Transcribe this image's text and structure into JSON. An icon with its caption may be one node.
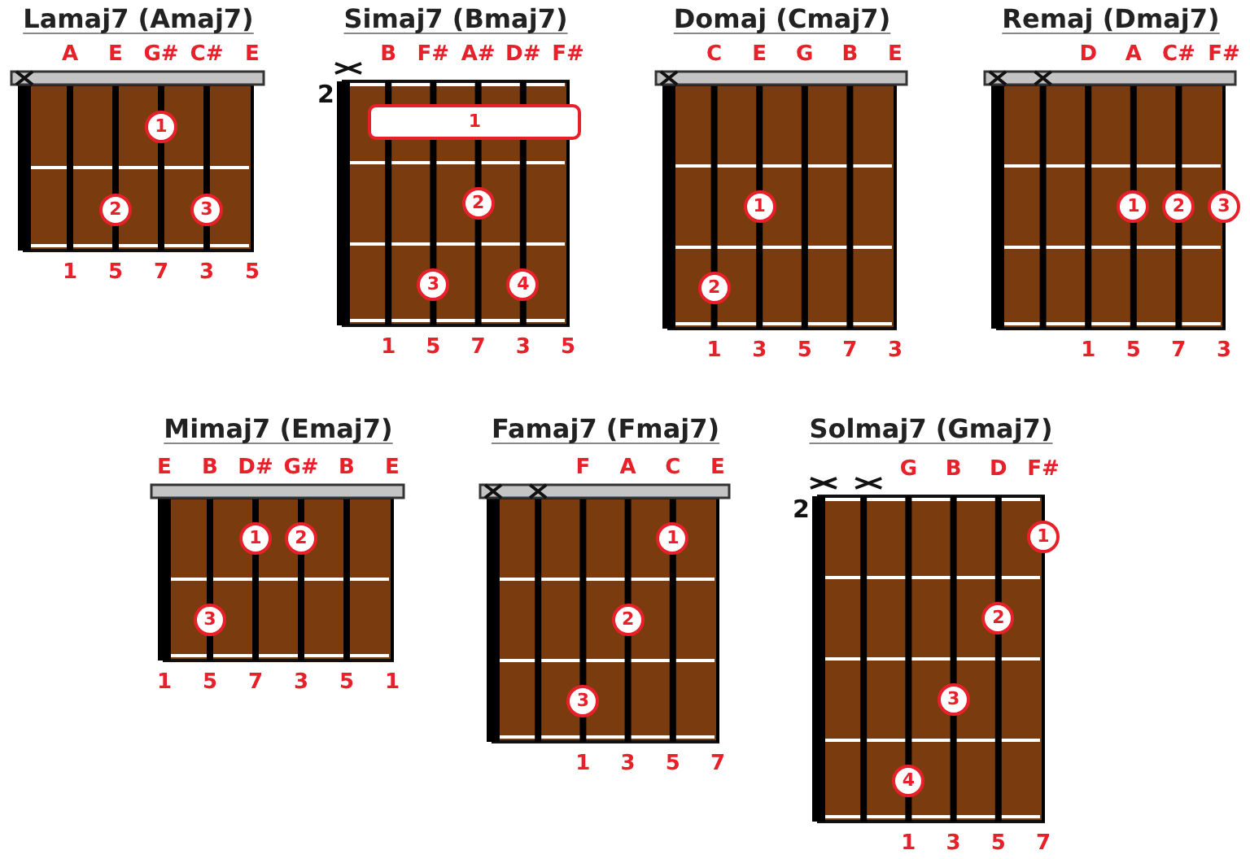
{
  "diagram": {
    "nodes": [
      {
        "text": [
          "Lamaj7 (Amaj7)"
        ],
        "beside": [
          "A",
          "E",
          "G#",
          "C#",
          "E",
          "1",
          "5",
          "7",
          "3",
          "5"
        ]
      },
      {
        "text": [
          "1"
        ],
        "in": 0
      },
      {
        "text": [
          "2"
        ],
        "in": 0
      },
      {
        "text": [
          "3"
        ],
        "in": 0
      },
      {
        "text": [
          "Simaj7 (Bmaj7)"
        ],
        "beside": [
          "B",
          "F#",
          "A#",
          "D#",
          "F#",
          "2",
          "1",
          "5",
          "7",
          "3",
          "5"
        ]
      },
      {
        "text": [
          "1"
        ],
        "in": 4
      },
      {
        "text": [
          "2"
        ],
        "in": 4
      },
      {
        "text": [
          "3"
        ],
        "in": 4
      },
      {
        "text": [
          "4"
        ],
        "in": 4
      },
      {
        "text": [
          "Domaj (Cmaj7)"
        ],
        "beside": [
          "C",
          "E",
          "G",
          "B",
          "E",
          "1",
          "3",
          "5",
          "7",
          "3"
        ]
      },
      {
        "text": [
          "1"
        ],
        "in": 9
      },
      {
        "text": [
          "2"
        ],
        "in": 9
      },
      {
        "text": [
          "Remaj (Dmaj7)"
        ],
        "beside": [
          "D",
          "A",
          "C#",
          "F#",
          "1",
          "5",
          "7",
          "3"
        ]
      },
      {
        "text": [
          "1"
        ],
        "in": 12
      },
      {
        "text": [
          "2"
        ],
        "in": 12
      },
      {
        "text": [
          "3"
        ],
        "in": 12
      },
      {
        "text": [
          "Mimaj7 (Emaj7)"
        ],
        "beside": [
          "E",
          "B",
          "D#",
          "G#",
          "B",
          "E",
          "1",
          "5",
          "7",
          "3",
          "5",
          "1"
        ]
      },
      {
        "text": [
          "1"
        ],
        "in": 16
      },
      {
        "text": [
          "2"
        ],
        "in": 16
      },
      {
        "text": [
          "3"
        ],
        "in": 16
      },
      {
        "text": [
          "Famaj7 (Fmaj7)"
        ],
        "beside": [
          "F",
          "A",
          "C",
          "E",
          "1",
          "3",
          "5",
          "7"
        ]
      },
      {
        "text": [
          "1"
        ],
        "in": 20
      },
      {
        "text": [
          "2"
        ],
        "in": 20
      },
      {
        "text": [
          "3"
        ],
        "in": 20
      },
      {
        "text": [
          "Solmaj7 (Gmaj7)"
        ],
        "beside": [
          "G",
          "B",
          "D",
          "F#",
          "2",
          "1",
          "3",
          "5",
          "7"
        ]
      },
      {
        "text": [
          "1"
        ],
        "in": 24
      },
      {
        "text": [
          "2"
        ],
        "in": 24
      },
      {
        "text": [
          "3"
        ],
        "in": 24
      },
      {
        "text": [
          "4"
        ],
        "in": 24
      }
    ]
  }
}
